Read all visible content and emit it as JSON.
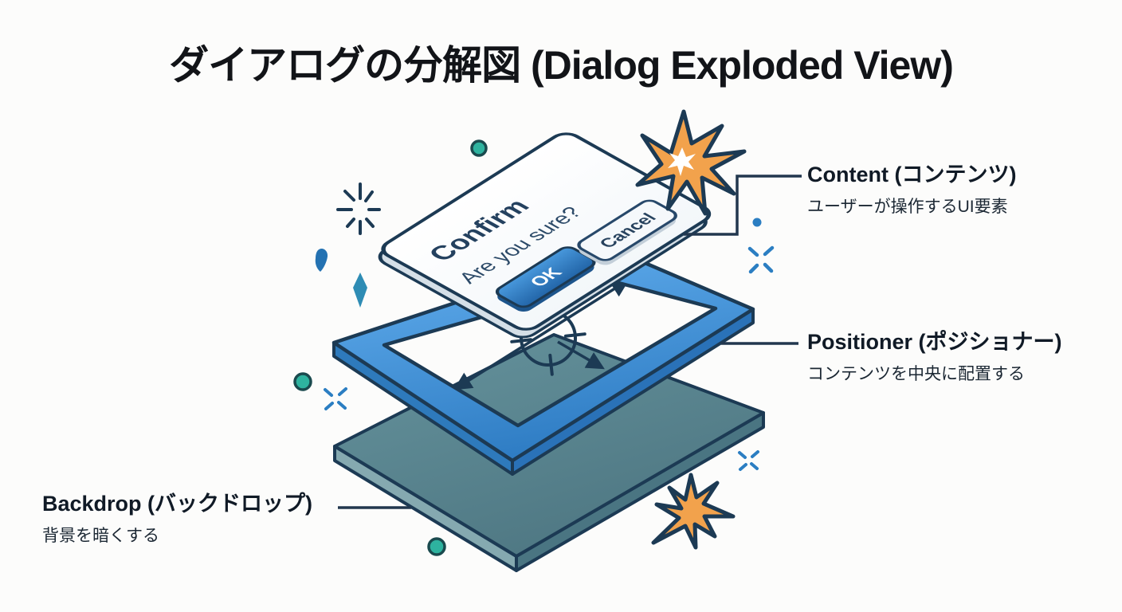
{
  "title": "ダイアログの分解図 (Dialog Exploded View)",
  "dialog": {
    "title": "Confirm",
    "message": "Are you sure?",
    "ok_label": "OK",
    "cancel_label": "Cancel"
  },
  "callouts": {
    "content": {
      "label": "Content (コンテンツ)",
      "description": "ユーザーが操作するUI要素"
    },
    "positioner": {
      "label": "Positioner (ポジショナー)",
      "description": "コンテンツを中央に配置する"
    },
    "backdrop": {
      "label": "Backdrop (バックドロップ)",
      "description": "背景を暗くする"
    }
  },
  "colors": {
    "outline_navy": "#1c3a54",
    "frame_blue": "#3b8fd6",
    "backdrop_teal": "#547e8a",
    "accent_orange": "#f0a04a",
    "dot_teal": "#2eb39f",
    "decor_blue": "#2b7ec2"
  }
}
